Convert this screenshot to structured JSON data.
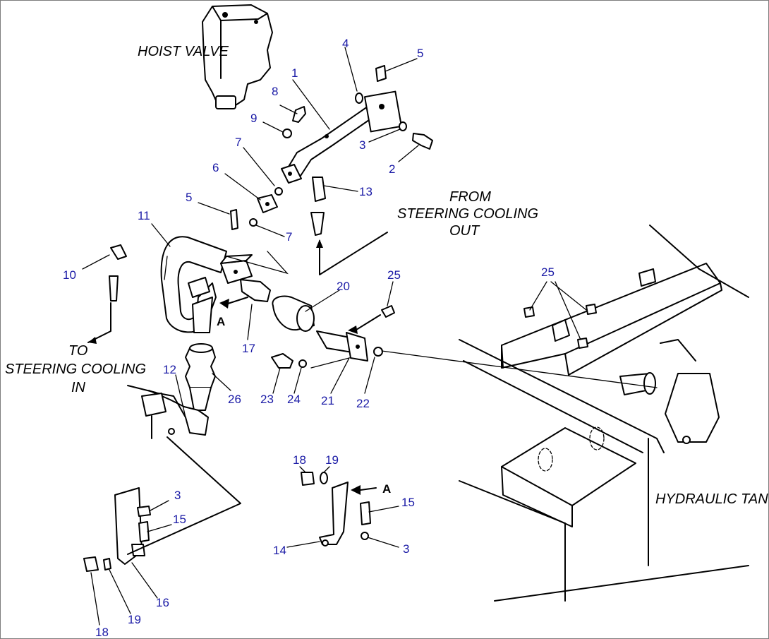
{
  "captions": {
    "hoist_valve": "HOIST VALVE",
    "from_1": "FROM",
    "from_2": "STEERING COOLING",
    "from_3": "OUT",
    "to_1": "TO",
    "to_2": "STEERING COOLING",
    "to_3": "IN",
    "hydraulic_tank": "HYDRAULIC TANK"
  },
  "view_marks": {
    "a_upper": "A",
    "a_lower": "A"
  },
  "callouts": [
    "1",
    "2",
    "3",
    "4",
    "5",
    "5",
    "6",
    "7",
    "7",
    "8",
    "9",
    "10",
    "11",
    "12",
    "13",
    "14",
    "15",
    "15",
    "16",
    "17",
    "18",
    "18",
    "19",
    "19",
    "20",
    "21",
    "22",
    "23",
    "24",
    "25",
    "25",
    "26",
    "3",
    "3"
  ],
  "colors": {
    "callout_text": "#1a1aa6",
    "linework": "#000000",
    "background": "#ffffff"
  }
}
